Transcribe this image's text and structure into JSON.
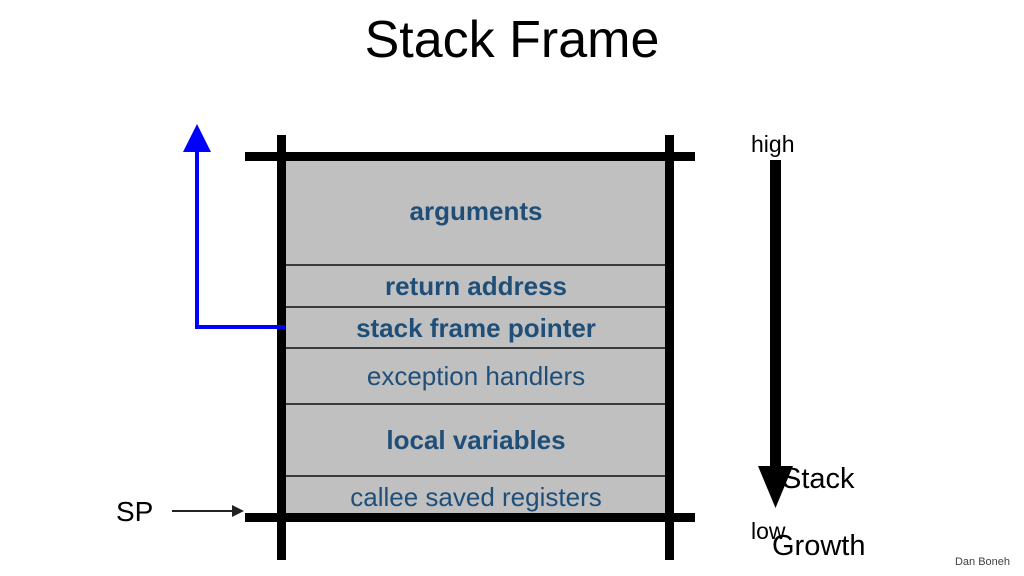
{
  "slide": {
    "title": "Stack Frame",
    "credit": "Dan Boneh"
  },
  "colors": {
    "segment_fill": "#c0c0c0",
    "segment_text": "#1f4e79",
    "frame_bar": "#000000",
    "pointer_arrow": "#0000ff",
    "background": "#ffffff"
  },
  "stack_frame": {
    "segments": [
      {
        "label": "arguments",
        "bold": true,
        "order": 1
      },
      {
        "label": "return address",
        "bold": true,
        "order": 2
      },
      {
        "label": "stack frame pointer",
        "bold": true,
        "order": 3
      },
      {
        "label": "exception handlers",
        "bold": false,
        "order": 4
      },
      {
        "label": "local variables",
        "bold": true,
        "order": 5
      },
      {
        "label": "callee saved registers",
        "bold": false,
        "order": 6
      }
    ]
  },
  "annotations": {
    "sp_label": "SP",
    "high_label": "high",
    "low_label": "low",
    "growth_line1": "Stack",
    "growth_line2": "Growth"
  }
}
